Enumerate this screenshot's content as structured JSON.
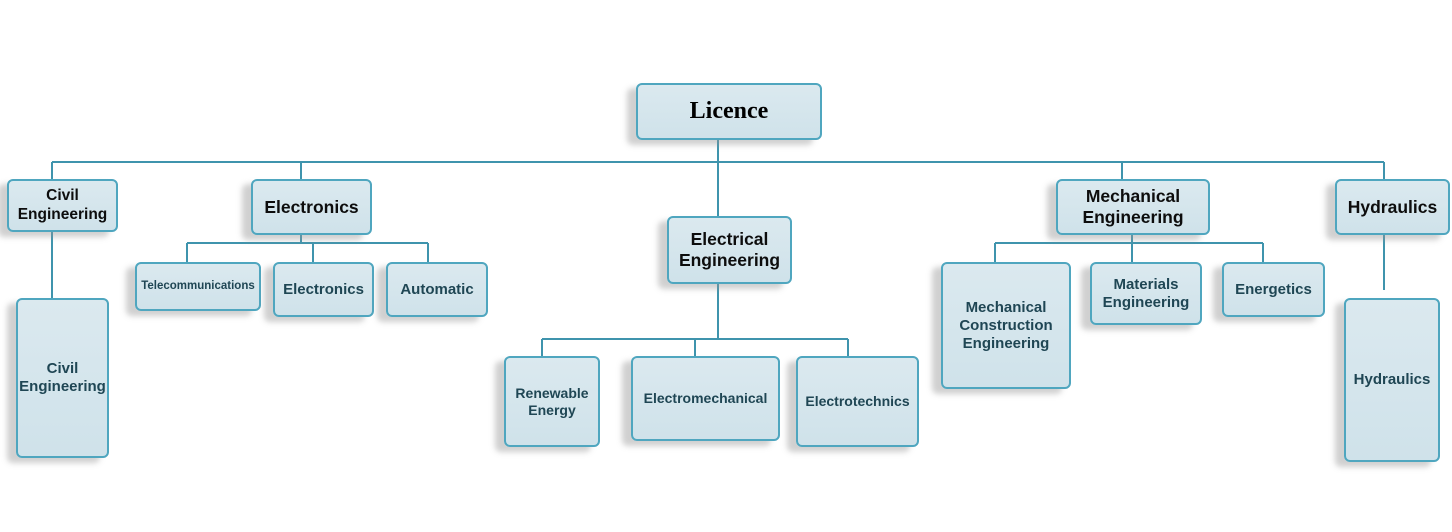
{
  "root": {
    "label": "Licence"
  },
  "branches": {
    "civil": {
      "title": "Civil Engineering",
      "children": [
        "Civil Engineering"
      ]
    },
    "electronics": {
      "title": "Electronics",
      "children": [
        "Telecommunications",
        "Electronics",
        "Automatic"
      ]
    },
    "electrical": {
      "title": "Electrical Engineering",
      "children": [
        "Renewable Energy",
        "Electromechanical",
        "Electrotechnics"
      ]
    },
    "mechanical": {
      "title": "Mechanical Engineering",
      "children": [
        "Mechanical Construction Engineering",
        "Materials Engineering",
        "Energetics"
      ]
    },
    "hydraulics": {
      "title": "Hydraulics",
      "children": [
        "Hydraulics"
      ]
    }
  },
  "colors": {
    "connector": "#3f94ad",
    "box_border": "#4fa6bf",
    "box_fill": "#d6e6ed",
    "leaf_text": "#1f4654"
  }
}
